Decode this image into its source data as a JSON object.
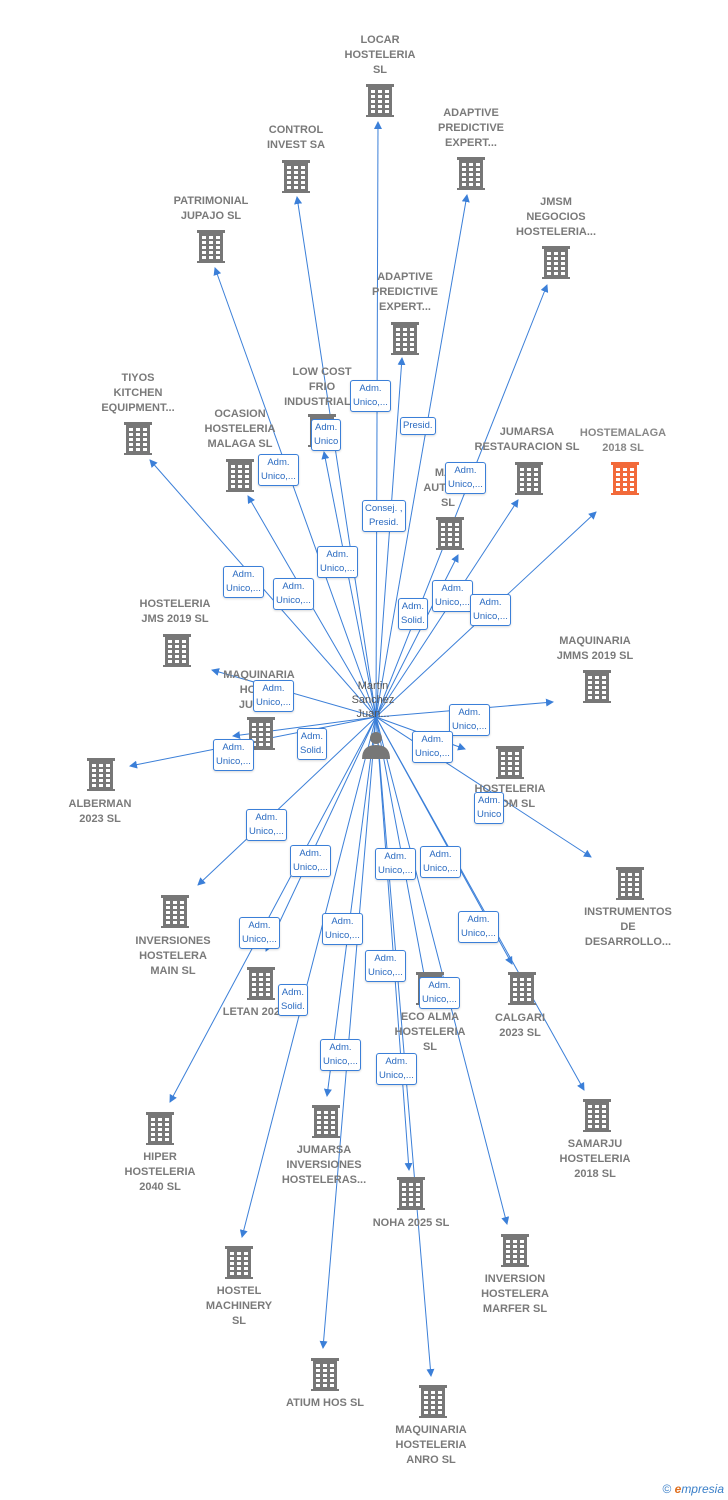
{
  "diagram": {
    "center": {
      "label": "Martin\nSanchez\nJuan..."
    },
    "colors": {
      "edge": "#3b7fd8",
      "building": "#777777",
      "highlight": "#f26a3a"
    },
    "nodes": [
      {
        "label": "LOCAR\nHOSTELERIA\nSL",
        "icon": "building-icon"
      },
      {
        "label": "ADAPTIVE\nPREDICTIVE\nEXPERT...",
        "icon": "building-icon"
      },
      {
        "label": "CONTROL\nINVEST SA",
        "icon": "building-icon"
      },
      {
        "label": "PATRIMONIAL\nJUPAJO SL",
        "icon": "building-icon"
      },
      {
        "label": "JMSM\nNEGOCIOS\nHOSTELERIA...",
        "icon": "building-icon"
      },
      {
        "label": "ADAPTIVE\nPREDICTIVE\nEXPERT...",
        "icon": "building-icon"
      },
      {
        "label": "LOW COST\nFRIO\nINDUSTRIAL...",
        "icon": "building-icon"
      },
      {
        "label": "TIYOS\nKITCHEN\nEQUIPMENT...",
        "icon": "building-icon"
      },
      {
        "label": "OCASION\nHOSTELERIA\nMALAGA  SL",
        "icon": "building-icon"
      },
      {
        "label": "JUMARSA\nRESTAURACION SL",
        "icon": "building-icon"
      },
      {
        "label": "HOSTEMALAGA\n2018  SL",
        "icon": "building-icon",
        "highlight": true
      },
      {
        "label": "MA...\nAUTOM...\nSL",
        "icon": "building-icon"
      },
      {
        "label": "HOSTELERIA\nJMS 2019  SL",
        "icon": "building-icon"
      },
      {
        "label": "MAQUINARIA\nJMMS 2019  SL",
        "icon": "building-icon"
      },
      {
        "label": "MAQUINARIA\nHOST...\nJUMA...",
        "icon": "building-icon"
      },
      {
        "label": "ALBERMAN\n2023  SL",
        "icon": "building-icon"
      },
      {
        "label": "HOSTELERIA\nJ...OM  SL",
        "icon": "building-icon"
      },
      {
        "label": "INSTRUMENTOS\nDE\nDESARROLLO...",
        "icon": "building-icon"
      },
      {
        "label": "INVERSIONES\nHOSTELERA\nMAIN  SL",
        "icon": "building-icon"
      },
      {
        "label": "LETAN 2020...",
        "icon": "building-icon"
      },
      {
        "label": "ECO ALMA\nHOSTELERIA\nSL",
        "icon": "building-icon"
      },
      {
        "label": "CALGARI\n2023  SL",
        "icon": "building-icon"
      },
      {
        "label": "SAMARJU\nHOSTELERIA\n2018  SL",
        "icon": "building-icon"
      },
      {
        "label": "HIPER\nHOSTELERIA\n2040  SL",
        "icon": "building-icon"
      },
      {
        "label": "JUMARSA\nINVERSIONES\nHOSTELERAS...",
        "icon": "building-icon"
      },
      {
        "label": "NOHA 2025  SL",
        "icon": "building-icon"
      },
      {
        "label": "HOSTEL\nMACHINERY\nSL",
        "icon": "building-icon"
      },
      {
        "label": "INVERSION\nHOSTELERA\nMARFER  SL",
        "icon": "building-icon"
      },
      {
        "label": "ATIUM HOS  SL",
        "icon": "building-icon"
      },
      {
        "label": "MAQUINARIA\nHOSTELERIA\nANRO  SL",
        "icon": "building-icon"
      }
    ],
    "edge_labels": [
      "Adm.\nUnico,...",
      "Presid.",
      "Adm.\nUnico",
      "Adm.\nUnico,...",
      "Adm.\nUnico,...",
      "Consej. ,\nPresid.",
      "Adm.\nUnico,...",
      "Adm.\nUnico,...",
      "Adm.\nUnico,...",
      "Adm.\nUnico,...",
      "Adm.\nSolid.",
      "Adm.\nUnico,...",
      "Adm.\nUnico,...",
      "Adm.\nUnico,...",
      "Adm.\nUnico,...",
      "Adm.\nSolid.",
      "Adm.\nUnico,...",
      "Adm.\nUnico",
      "Adm.\nUnico,...",
      "Adm.\nUnico,...",
      "Adm.\nUnico,...",
      "Adm.\nUnico,...",
      "Adm.\nUnico,...",
      "Adm.\nUnico,...",
      "Adm.\nUnico,...",
      "Adm.\nUnico,...",
      "Adm.\nUnico,...",
      "Adm.\nSolid.",
      "Adm.\nUnico,...",
      "Adm.\nUnico,..."
    ]
  },
  "footer": {
    "copyright": "©",
    "brand_e": "e",
    "brand_rest": "mpresia"
  }
}
